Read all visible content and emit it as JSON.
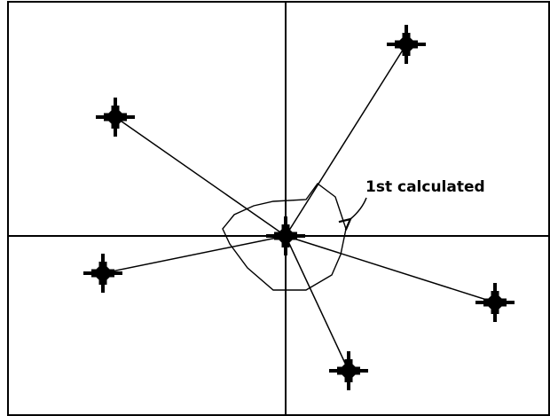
{
  "diagram": {
    "annotation": {
      "text": "1st calculated"
    },
    "markers": {
      "center": "center-star",
      "outer": [
        "top-right-star",
        "upper-left-star",
        "left-star",
        "right-star",
        "bottom-star"
      ]
    },
    "colors": {
      "line": "#000000",
      "background": "#ffffff"
    }
  }
}
